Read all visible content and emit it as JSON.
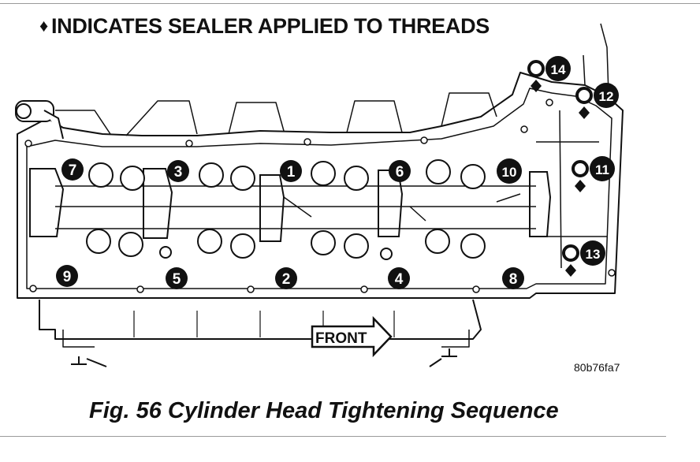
{
  "header": {
    "diamond": "♦",
    "text": "INDICATES SEALER APPLIED TO THREADS"
  },
  "caption": "Fig. 56 Cylinder Head Tightening Sequence",
  "reference_code": "80b76fa7",
  "front_label": "FRONT",
  "bolts": [
    {
      "label": "1",
      "sealer": false
    },
    {
      "label": "2",
      "sealer": false
    },
    {
      "label": "3",
      "sealer": false
    },
    {
      "label": "4",
      "sealer": false
    },
    {
      "label": "5",
      "sealer": false
    },
    {
      "label": "6",
      "sealer": false
    },
    {
      "label": "7",
      "sealer": false
    },
    {
      "label": "8",
      "sealer": false
    },
    {
      "label": "9",
      "sealer": false
    },
    {
      "label": "10",
      "sealer": false
    },
    {
      "label": "11",
      "sealer": true
    },
    {
      "label": "12",
      "sealer": true
    },
    {
      "label": "13",
      "sealer": true
    },
    {
      "label": "14",
      "sealer": true
    }
  ],
  "colors": {
    "ink": "#111111",
    "paper": "#ffffff",
    "frame": "#9a9a9a"
  }
}
